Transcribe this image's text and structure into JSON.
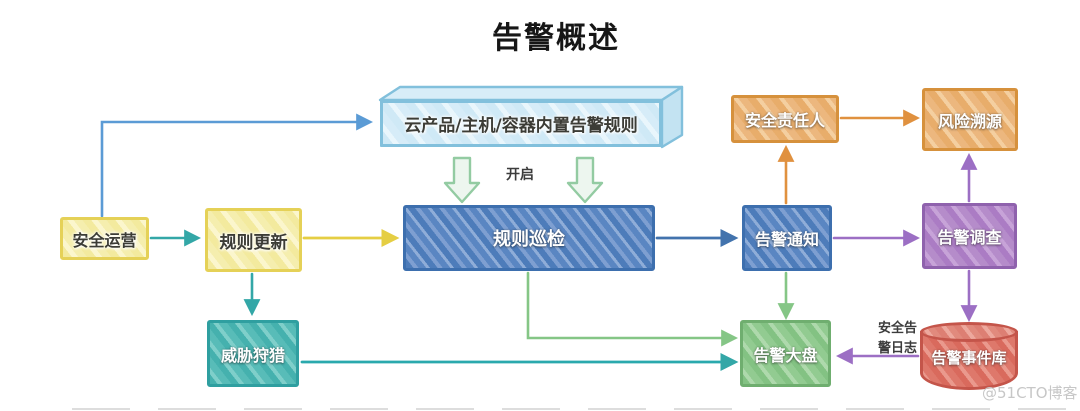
{
  "title": "告警概述",
  "watermark": "@51CTO博客",
  "nodes": {
    "security_ops": "安全运营",
    "rule_update": "规则更新",
    "builtin_alert_rules": "云产品/主机/容器内置告警规则",
    "rule_inspection": "规则巡检",
    "alert_notification": "告警通知",
    "security_owner": "安全责任人",
    "risk_tracing": "风险溯源",
    "alert_investigation": "告警调查",
    "threat_hunting": "威胁狩猎",
    "alert_dashboard": "告警大盘",
    "alert_event_db": "告警事件库"
  },
  "labels": {
    "enable": "开启",
    "security_alert_log": "安全告警日志"
  },
  "colors": {
    "yellow_box": "#e5d157",
    "lightblue_box": "#82c0dc",
    "blue_box": "#3d6fae",
    "orange_box": "#d6913c",
    "purple_box": "#8f62ad",
    "teal_box": "#2f9fa0",
    "green_box": "#6fae6f",
    "red_cylinder": "#c4554a",
    "arrow_blue": "#5b9bd5",
    "arrow_teal": "#33a7a7",
    "arrow_yellow": "#e5ce43",
    "arrow_darkblue": "#4273ad",
    "arrow_orange": "#e0913f",
    "arrow_purple": "#9c6fc4",
    "arrow_green": "#85c686",
    "block_arrow_fill": "#edf6ef",
    "block_arrow_stroke": "#93cba2",
    "watermark_gray": "#c7c7c7"
  },
  "edges": [
    {
      "from": "security_ops",
      "to": "builtin_alert_rules",
      "color": "arrow_blue"
    },
    {
      "from": "security_ops",
      "to": "rule_update",
      "color": "arrow_teal"
    },
    {
      "from": "rule_update",
      "to": "rule_inspection",
      "color": "arrow_yellow"
    },
    {
      "from": "rule_update",
      "to": "threat_hunting",
      "color": "arrow_teal"
    },
    {
      "from": "builtin_alert_rules",
      "to": "rule_inspection",
      "color": "arrow_green",
      "label": "开启",
      "style": "double-block-arrow"
    },
    {
      "from": "rule_inspection",
      "to": "alert_notification",
      "color": "arrow_darkblue"
    },
    {
      "from": "alert_notification",
      "to": "security_owner",
      "color": "arrow_orange"
    },
    {
      "from": "security_owner",
      "to": "risk_tracing",
      "color": "arrow_orange"
    },
    {
      "from": "alert_investigation",
      "to": "risk_tracing",
      "color": "arrow_purple"
    },
    {
      "from": "alert_notification",
      "to": "alert_investigation",
      "color": "arrow_purple"
    },
    {
      "from": "alert_notification",
      "to": "alert_dashboard",
      "color": "arrow_green"
    },
    {
      "from": "rule_inspection",
      "to": "alert_dashboard",
      "color": "arrow_green"
    },
    {
      "from": "threat_hunting",
      "to": "alert_dashboard",
      "color": "arrow_teal"
    },
    {
      "from": "alert_investigation",
      "to": "alert_event_db",
      "color": "arrow_purple"
    },
    {
      "from": "alert_event_db",
      "to": "alert_dashboard",
      "color": "arrow_purple",
      "label": "安全告警日志"
    }
  ]
}
